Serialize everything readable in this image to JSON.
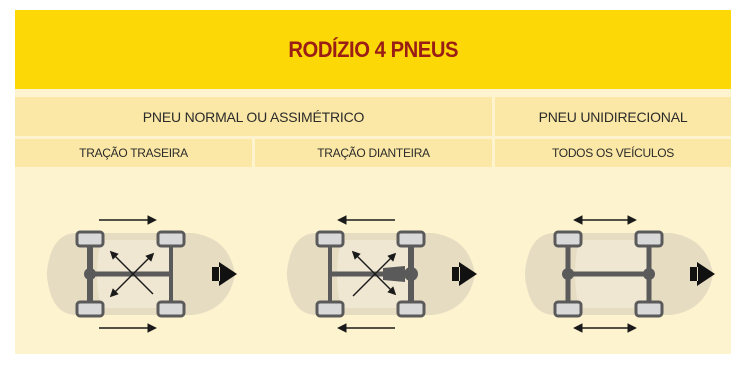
{
  "title": "RODÍZIO 4 PNEUS",
  "groups": [
    {
      "label": "PNEU NORMAL OU ASSIMÉTRICO"
    },
    {
      "label": "PNEU UNIDIRECIONAL"
    }
  ],
  "columns": [
    {
      "label": "TRAÇÃO TRASEIRA",
      "diagram": "rear-drive-cross-rear"
    },
    {
      "label": "TRAÇÃO DIANTEIRA",
      "diagram": "front-drive-cross-front"
    },
    {
      "label": "TODOS OS VEÍCULOS",
      "diagram": "same-side-swap"
    }
  ],
  "colors": {
    "banner": "#fbd806",
    "title": "#9a1e16",
    "header": "#fbe8a6",
    "panel": "#fdf3cf",
    "car": "#e6dcc2",
    "tire": "#d9d9d9",
    "axle": "#5a5a5a",
    "arrow": "#1a1a1a"
  }
}
